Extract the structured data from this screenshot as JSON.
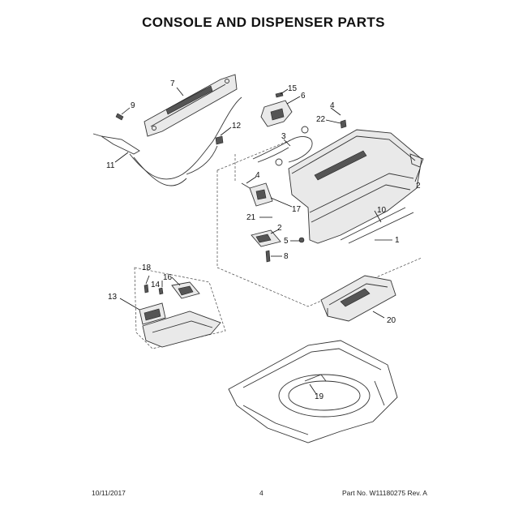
{
  "title": "CONSOLE AND DISPENSER PARTS",
  "callouts": {
    "c1": "1",
    "c2a": "2",
    "c2b": "2",
    "c3": "3",
    "c4a": "4",
    "c4b": "4",
    "c5": "5",
    "c6": "6",
    "c7": "7",
    "c8": "8",
    "c9": "9",
    "c10": "10",
    "c11": "11",
    "c12": "12",
    "c13": "13",
    "c14": "14",
    "c15": "15",
    "c16": "16",
    "c17": "17",
    "c18": "18",
    "c19": "19",
    "c20": "20",
    "c21": "21",
    "c22": "22"
  },
  "footer": {
    "date": "10/11/2017",
    "page": "4",
    "part_no": "Part No. W11180275  Rev. A"
  },
  "colors": {
    "line": "#333333",
    "fill": "#e9e9e9",
    "text": "#111111"
  }
}
